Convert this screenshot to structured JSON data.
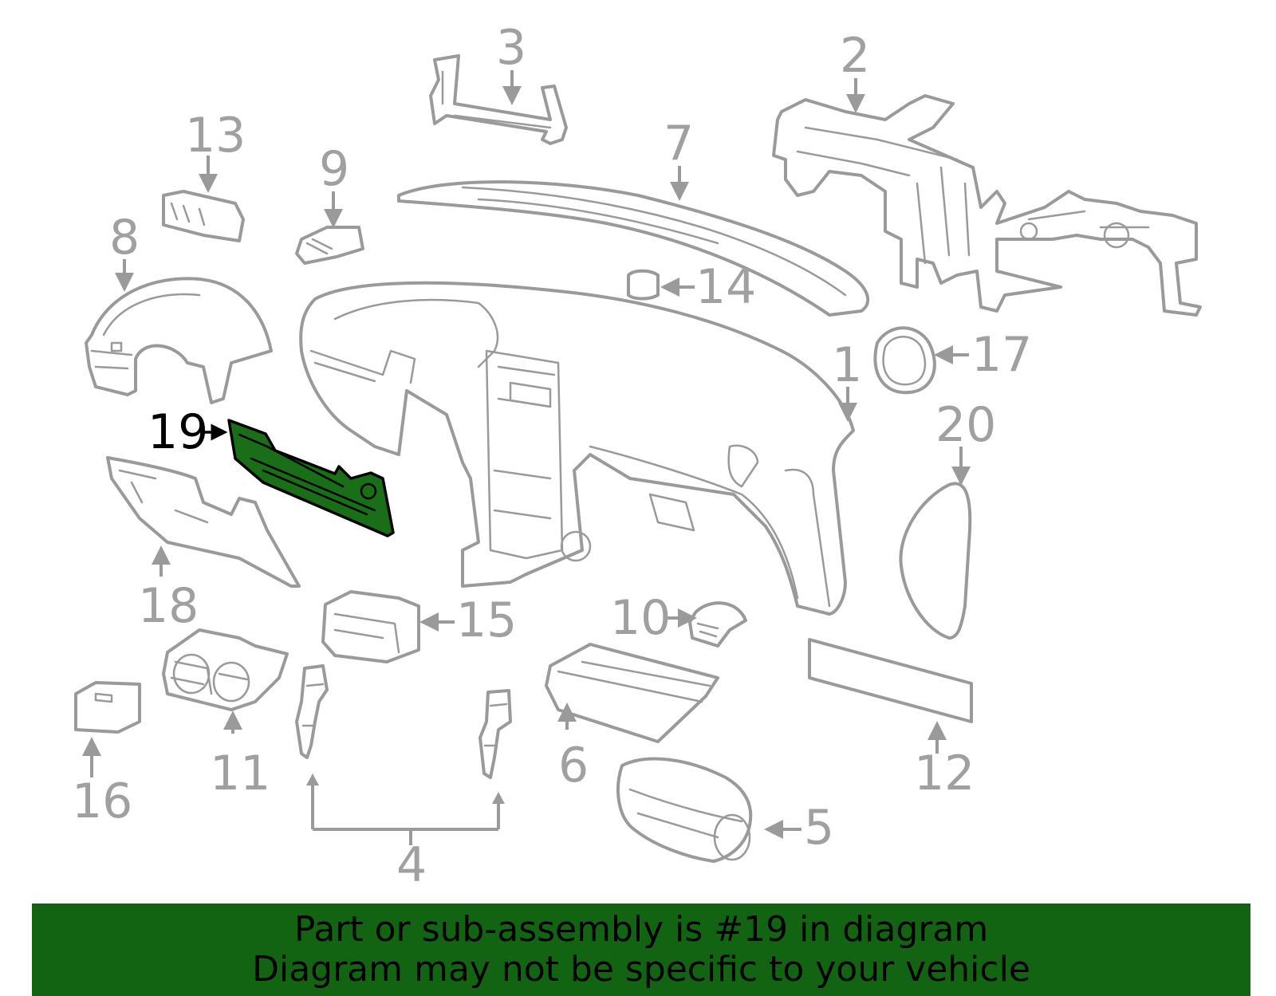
{
  "callouts": [
    "1",
    "2",
    "3",
    "4",
    "5",
    "6",
    "7",
    "8",
    "9",
    "10",
    "11",
    "12",
    "13",
    "14",
    "15",
    "16",
    "17",
    "18",
    "19",
    "20"
  ],
  "highlighted_part": "19",
  "colors": {
    "highlight": "#1a6e17",
    "banner": "#136412",
    "line_art": "#9a9a9a"
  },
  "banner": {
    "line1": "Part or sub-assembly is #19 in diagram",
    "line2": "Diagram may not be specific to your vehicle"
  }
}
